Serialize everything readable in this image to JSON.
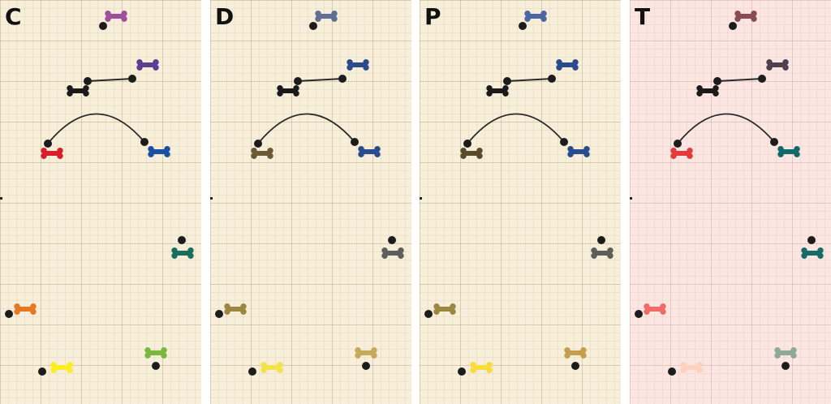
{
  "panels": [
    {
      "key": "c",
      "label": "C",
      "background": "#f7efd9",
      "colors": [
        "#a0509a",
        "#5c3f91",
        "#d91e2a",
        "#1a4fa3",
        "#17705e",
        "#e87722",
        "#7ab83f",
        "#fcec21"
      ]
    },
    {
      "key": "d",
      "label": "D",
      "background": "#f7efd9",
      "colors": [
        "#5f6f91",
        "#2b4c8c",
        "#6b5a35",
        "#2b4c8c",
        "#5e5e5e",
        "#9c8740",
        "#c4aa5a",
        "#f4e24c"
      ]
    },
    {
      "key": "p",
      "label": "P",
      "background": "#f7efd9",
      "colors": [
        "#4a67a3",
        "#2b4c8c",
        "#5a4a2a",
        "#2b4c8c",
        "#5e5e58",
        "#9c8740",
        "#c4a04e",
        "#f9dc3c"
      ]
    },
    {
      "key": "t",
      "label": "T",
      "background": "#fbe6e1",
      "colors": [
        "#8b4a55",
        "#4f3f4f",
        "#e53a3c",
        "#106a6a",
        "#156b66",
        "#f06a68",
        "#8fa999",
        "#fcd2bc"
      ]
    }
  ],
  "scene_colors": {
    "dot": "#1c1c1c",
    "rope": "#2a2a2a",
    "black_bone": "#1a1a1a"
  }
}
